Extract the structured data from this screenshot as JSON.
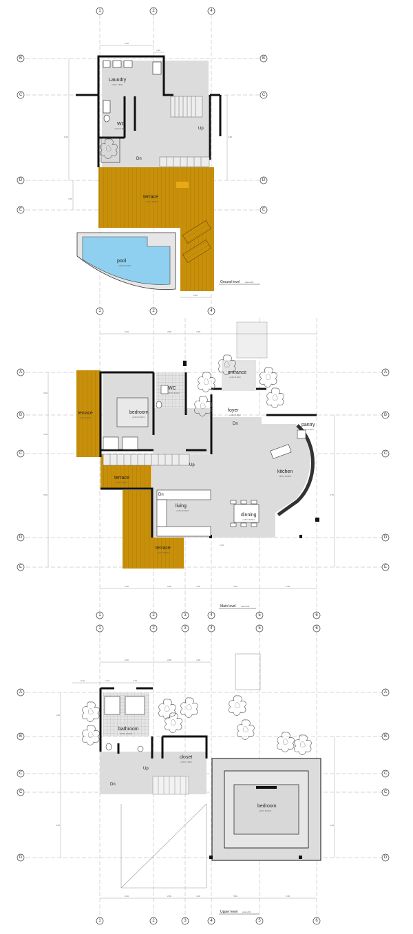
{
  "plans": [
    {
      "key": "ground",
      "title": "Ground level",
      "scale": "scale 1/100",
      "grid_cols": [
        "1",
        "2",
        "4"
      ],
      "grid_rows": [
        "B",
        "C",
        "D",
        "E"
      ],
      "rooms": [
        {
          "key": "laundry",
          "label": "Laundry",
          "sub": "+0.00 / 2.80m²"
        },
        {
          "key": "wc",
          "label": "WC",
          "sub": "+0.00 / 2.80m²"
        },
        {
          "key": "terrace",
          "label": "terrace",
          "sub": "+0.00 / 32.00m²"
        },
        {
          "key": "pool",
          "label": "pool",
          "sub": "+0.00 / 21.00m²"
        }
      ],
      "stairs": {
        "up": "Up",
        "dn": "Dn"
      },
      "dimensions": [
        "3.00",
        "1.10",
        "6.00",
        "1.60",
        "3.70",
        "6.40"
      ]
    },
    {
      "key": "main",
      "title": "Main level",
      "scale": "scale 1/100",
      "grid_cols": [
        "1",
        "2",
        "3",
        "4",
        "5",
        "6"
      ],
      "grid_rows": [
        "A",
        "B",
        "C",
        "D",
        "E"
      ],
      "rooms": [
        {
          "key": "terrace_w",
          "label": "terrace",
          "sub": "+3.00 / 6.00m²"
        },
        {
          "key": "bedroom",
          "label": "bedroom",
          "sub": "+3.00 / 14.00m²"
        },
        {
          "key": "wc",
          "label": "WC",
          "sub": "+3.00 / 3.10m²"
        },
        {
          "key": "entrance",
          "label": "entrance",
          "sub": "+3.00 / 6.00m²"
        },
        {
          "key": "foyer",
          "label": "foyer",
          "sub": "+3.00 / 8.00m²"
        },
        {
          "key": "pantry",
          "label": "pantry",
          "sub": "+3.00 / 2.00m²"
        },
        {
          "key": "kitchen",
          "label": "kitchen",
          "sub": "+3.00 / 16.00m²"
        },
        {
          "key": "terrace_s",
          "label": "terrace",
          "sub": "+3.00 / 5.00m²"
        },
        {
          "key": "living",
          "label": "living",
          "sub": "+3.00 / 24.00m²"
        },
        {
          "key": "dinning",
          "label": "dinning",
          "sub": "+3.00 / 18.00m²"
        },
        {
          "key": "terrace_b",
          "label": "terrace",
          "sub": "+3.00 / 20.00m²"
        }
      ],
      "stairs": {
        "up": "Up",
        "dn": "Dn",
        "dn2": "Dn"
      },
      "dimensions": [
        "3.00",
        "2.80",
        "1.60",
        "3.20",
        "1.40",
        "5.80",
        "5.60",
        "3.70",
        "1.20"
      ]
    },
    {
      "key": "upper",
      "title": "Upper level",
      "scale": "scale 1/100",
      "grid_cols": [
        "1",
        "2",
        "3",
        "4",
        "5",
        "6"
      ],
      "grid_rows": [
        "A",
        "B",
        "C",
        "C",
        "D"
      ],
      "rooms": [
        {
          "key": "bathroom",
          "label": "bathroom",
          "sub": "+6.00 / 12.00m²"
        },
        {
          "key": "closet",
          "label": "closet",
          "sub": "+6.00 / 4.00m²"
        },
        {
          "key": "bedroom",
          "label": "bedroom",
          "sub": "+6.00 / 20.00m²"
        }
      ],
      "stairs": {
        "up": "Up",
        "dn": "Dn"
      },
      "dimensions": [
        "0.40",
        "1.70",
        "3.00",
        "2.80",
        "1.60",
        "5.80",
        "5.60",
        "1.20"
      ]
    }
  ],
  "colors": {
    "wall": "#111111",
    "deck": "#c8900a",
    "deck_line": "#8a6100",
    "water": "#8fcff0",
    "floor": "#dcdcdc",
    "grid": "#999999",
    "tree": "#666666",
    "dim": "#888888"
  }
}
